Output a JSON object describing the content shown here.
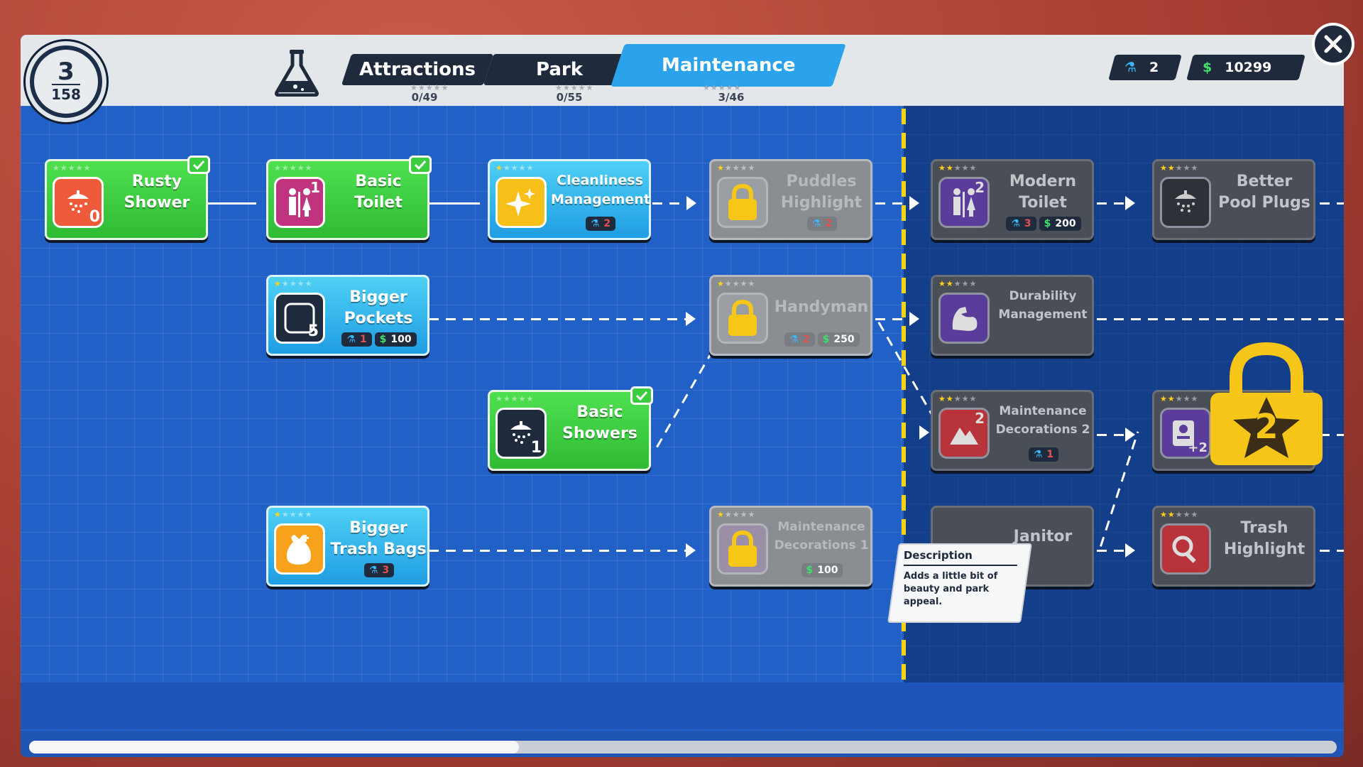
{
  "level": {
    "number": "3",
    "points": "158"
  },
  "tabs": [
    {
      "label": "Attractions",
      "count": "0/49",
      "stars": "★★★★★"
    },
    {
      "label": "Park",
      "count": "0/55",
      "stars": "★★★★★"
    },
    {
      "label": "Maintenance",
      "count": "3/46",
      "stars": "★★★★★"
    }
  ],
  "resources": {
    "research": "2",
    "money": "10299"
  },
  "tooltip": {
    "title": "Description",
    "body": "Adds a little bit of beauty and park appeal."
  },
  "big_lock_level": "2",
  "nodes": {
    "rusty_shower": {
      "title": "Rusty Shower",
      "icon_num": "0",
      "stars": "★★★★★"
    },
    "basic_toilet": {
      "title": "Basic Toilet",
      "icon_num": "1",
      "stars": "★★★★★"
    },
    "cleanliness": {
      "title": "Cleanliness Management",
      "stars": "★★★★",
      "star_on": "★",
      "research": "2"
    },
    "puddles": {
      "title": "Puddles Highlight",
      "stars": "★★★★",
      "star_on": "★",
      "research": "2"
    },
    "modern_toilet": {
      "title": "Modern Toilet",
      "icon_num": "2",
      "stars": "★★★",
      "star_on": "★★",
      "research": "3",
      "money": "200"
    },
    "better_pool": {
      "title": "Better Pool Plugs",
      "stars": "★★★",
      "star_on": "★★"
    },
    "bigger_pockets": {
      "title": "Bigger Pockets",
      "icon_num": "5",
      "stars": "★★★★",
      "star_on": "★",
      "research": "1",
      "money": "100"
    },
    "handyman": {
      "title": "Handyman",
      "stars": "★★★★",
      "star_on": "★",
      "research": "2",
      "money": "250"
    },
    "durability": {
      "title": "Durability Management",
      "stars": "★★★",
      "star_on": "★★"
    },
    "basic_showers": {
      "title": "Basic Showers",
      "icon_num": "1",
      "stars": "★★★★★"
    },
    "maint_deco_2": {
      "title": "Maintenance Decorations 2",
      "icon_num": "2",
      "stars": "★★★",
      "star_on": "★★",
      "research": "1"
    },
    "staff_node": {
      "icon_num": "+2",
      "stars": "★★★",
      "star_on": "★★"
    },
    "bigger_trash": {
      "title": "Bigger Trash Bags",
      "stars": "★★★★",
      "star_on": "★",
      "research": "3"
    },
    "maint_deco_1": {
      "title": "Maintenance Decorations 1",
      "stars": "★★★★",
      "star_on": "★",
      "money": "100"
    },
    "janitor": {
      "title": "Janitor"
    },
    "trash_highlight": {
      "title": "Trash Highlight",
      "stars": "★★★",
      "star_on": "★★"
    }
  },
  "colors": {
    "panel_blue": "#2160c6",
    "tab_active": "#2aa3ec",
    "green_node": "#2fbb35",
    "blue_node": "#1f9de3",
    "lock_yellow": "#f5d418"
  }
}
